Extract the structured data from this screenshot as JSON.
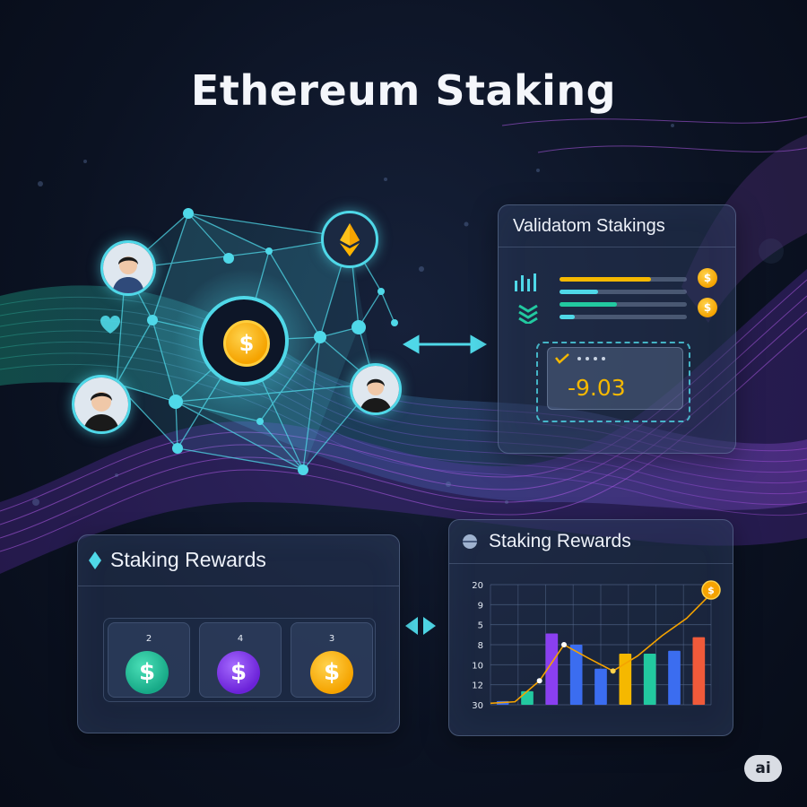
{
  "title": "Ethereum Staking",
  "validator_panel": {
    "title": "Validatom Stakings",
    "value": "-9.03",
    "progress": [
      0.72,
      0.3,
      0.45,
      0.12
    ],
    "coin_symbol": "$"
  },
  "rewards_panel": {
    "title": "Staking Rewards",
    "tiles": [
      {
        "number": "2",
        "symbol": "$",
        "color": "#22c9a0"
      },
      {
        "number": "4",
        "symbol": "$",
        "color": "#8a3ff0"
      },
      {
        "number": "3",
        "symbol": "$",
        "color": "#f5a300"
      }
    ]
  },
  "chart_panel": {
    "title": "Staking Rewards",
    "coin_symbol": "$"
  },
  "network": {
    "center_symbol": "$"
  },
  "colors": {
    "accent_teal": "#4fd8e8",
    "gold": "#f5a300",
    "purple": "#8a3ff0",
    "green": "#22c9a0"
  },
  "icons": [
    "ethereum-icon",
    "heart-icon",
    "diamond-icon",
    "layers-icon",
    "bar-chart-icon",
    "verified-icon",
    "double-arrow-icon"
  ],
  "badge": "ai",
  "chart_data": {
    "type": "bar",
    "y_tick_labels": [
      "20",
      "9",
      "5",
      "8",
      "10",
      "12",
      "30"
    ],
    "values": [
      0.5,
      1.8,
      9.5,
      8.0,
      4.8,
      6.8,
      6.8,
      7.2,
      9.0
    ],
    "bar_colors": [
      "#3b6df0",
      "#22c9a0",
      "#8a3ff0",
      "#3b6df0",
      "#3b6df0",
      "#f5b800",
      "#22c9a0",
      "#3b6df0",
      "#f05a3a"
    ],
    "trend_line": [
      0.2,
      0.4,
      3.2,
      8.0,
      6.2,
      4.5,
      6.5,
      9.2,
      11.5,
      14.8
    ],
    "ylim": [
      0,
      16
    ],
    "grid": true,
    "legend": "none"
  }
}
